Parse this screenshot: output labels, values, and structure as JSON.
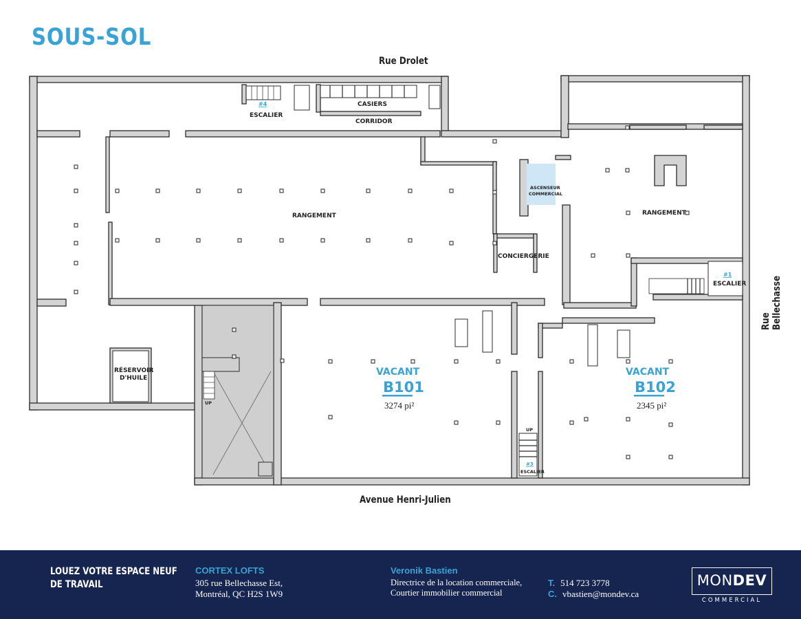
{
  "header": {
    "title": "SOUS-SOL"
  },
  "streets": {
    "top": "Rue Drolet",
    "right": "Rue Bellechasse",
    "bottom": "Avenue Henri-Julien"
  },
  "rooms": {
    "escalier4_num": "#4",
    "escalier4_label": "ESCALIER",
    "casiers": "CASIERS",
    "corridor": "CORRIDOR",
    "rangement_left": "RANGEMENT",
    "ascenseur_line1": "ASCENSEUR",
    "ascenseur_line2": "COMMERCIAL",
    "conciergerie": "CONCIERGERIE",
    "rangement_right": "RANGEMENT",
    "escalier1_num": "#1",
    "escalier1_label": "ESCALIER",
    "reservoir_line1": "RÉSERVOIR",
    "reservoir_line2": "D'HUILE",
    "up_left": "UP",
    "up_center": "UP",
    "escalier3_num": "#3",
    "escalier3_label": "ESCALIER",
    "b101_status": "VACANT",
    "b101_id": "B101",
    "b101_area": "3274 pi²",
    "b102_status": "VACANT",
    "b102_id": "B102",
    "b102_area": "2345 pi²"
  },
  "footer": {
    "tagline_line1": "LOUEZ VOTRE ESPACE NEUF",
    "tagline_line2": "DE TRAVAIL",
    "project_name": "CORTEX LOFTS",
    "address_line1": "305 rue Bellechasse Est,",
    "address_line2": "Montréal, QC H2S 1W9",
    "contact_name": "Veronik Bastien",
    "contact_role_line1": "Directrice de la location commerciale,",
    "contact_role_line2": "Courtier immobilier commercial",
    "phone_label": "T.",
    "phone": "514 723 3778",
    "email_label": "C.",
    "email": "vbastien@mondev.ca",
    "logo_light": "MON",
    "logo_bold": "DEV",
    "logo_sub": "COMMERCIAL"
  },
  "colors": {
    "accent": "#3aa3d6",
    "footer_bg": "#15254f",
    "wall": "#d4d4d4",
    "elevator": "#cfe6f6"
  }
}
